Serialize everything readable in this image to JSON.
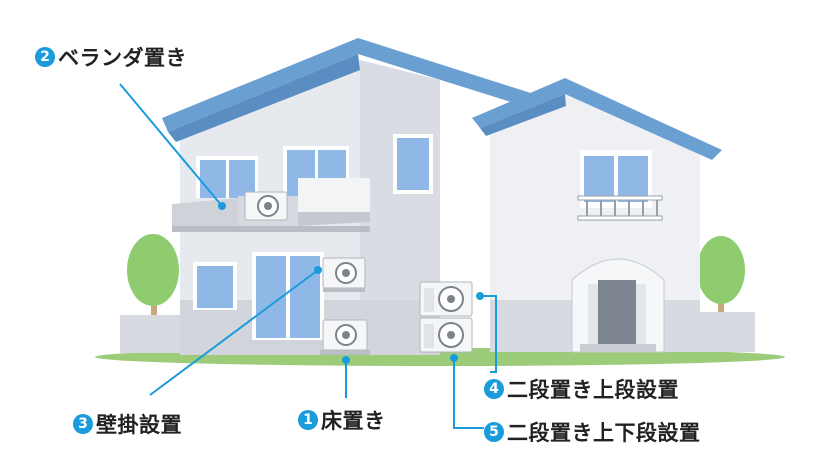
{
  "callouts": [
    {
      "num": "2",
      "label": "ベランダ置き"
    },
    {
      "num": "3",
      "label": "壁掛設置"
    },
    {
      "num": "1",
      "label": "床置き"
    },
    {
      "num": "4",
      "label": "二段置き上段設置"
    },
    {
      "num": "5",
      "label": "二段置き上下段設置"
    }
  ],
  "colors": {
    "accent": "#1a9bdc",
    "roof": "#6a9fd2",
    "wall": "#e6e9ee",
    "window": "#8fb8e6",
    "grass": "#9ccc7a",
    "tree": "#8fcc6f"
  }
}
